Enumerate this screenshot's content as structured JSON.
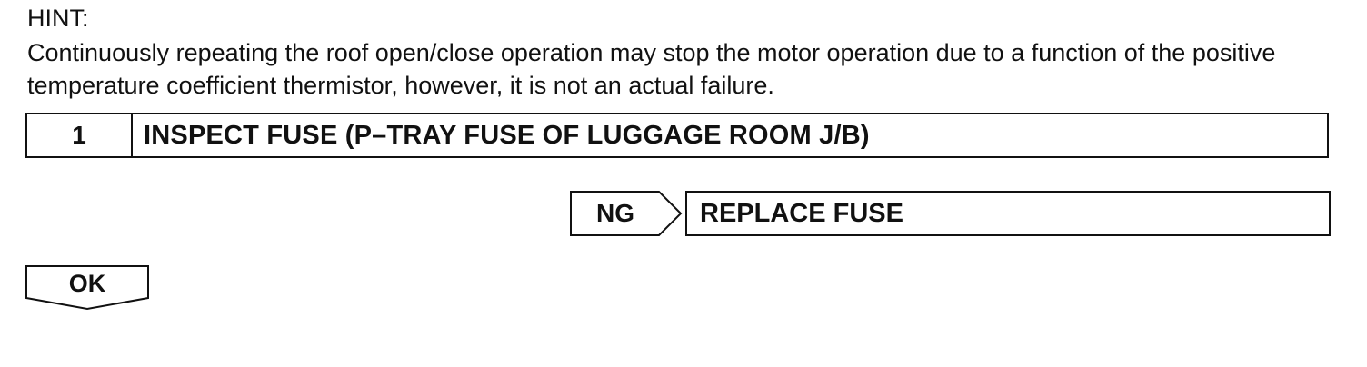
{
  "hint": {
    "label": "HINT:",
    "text": "Continuously repeating the roof open/close operation may stop the motor operation due to a function of the positive temperature coefficient thermistor, however, it is not an actual failure."
  },
  "step": {
    "number": "1",
    "title": "INSPECT FUSE (P–TRAY FUSE OF LUGGAGE ROOM J/B)"
  },
  "ng_branch": {
    "label": "NG",
    "result": "REPLACE FUSE"
  },
  "ok_branch": {
    "label": "OK"
  }
}
